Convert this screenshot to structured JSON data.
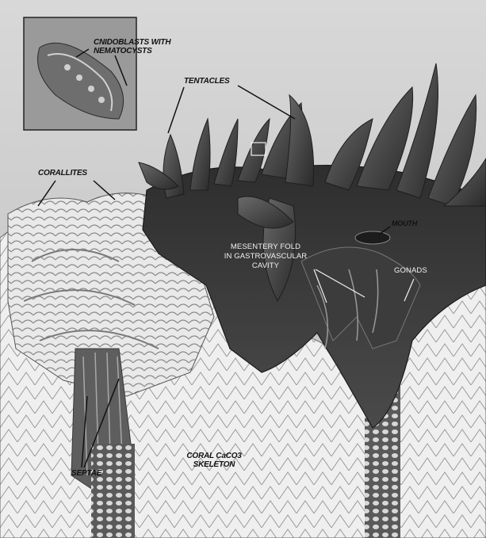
{
  "diagram": {
    "labels": {
      "cnidoblasts": "CNIDOBLASTS WITH\nNEMATOCYSTS",
      "tentacles": "TENTACLES",
      "corallites": "CORALLITES",
      "mouth": "MOUTH",
      "mesentery": "MESENTERY FOLD\nIN GASTROVASCULAR\nCAVITY",
      "gonads": "GONADS",
      "septae": "SEPTAE",
      "skeleton": "CORAL CaCO3\nSKELETON"
    }
  }
}
